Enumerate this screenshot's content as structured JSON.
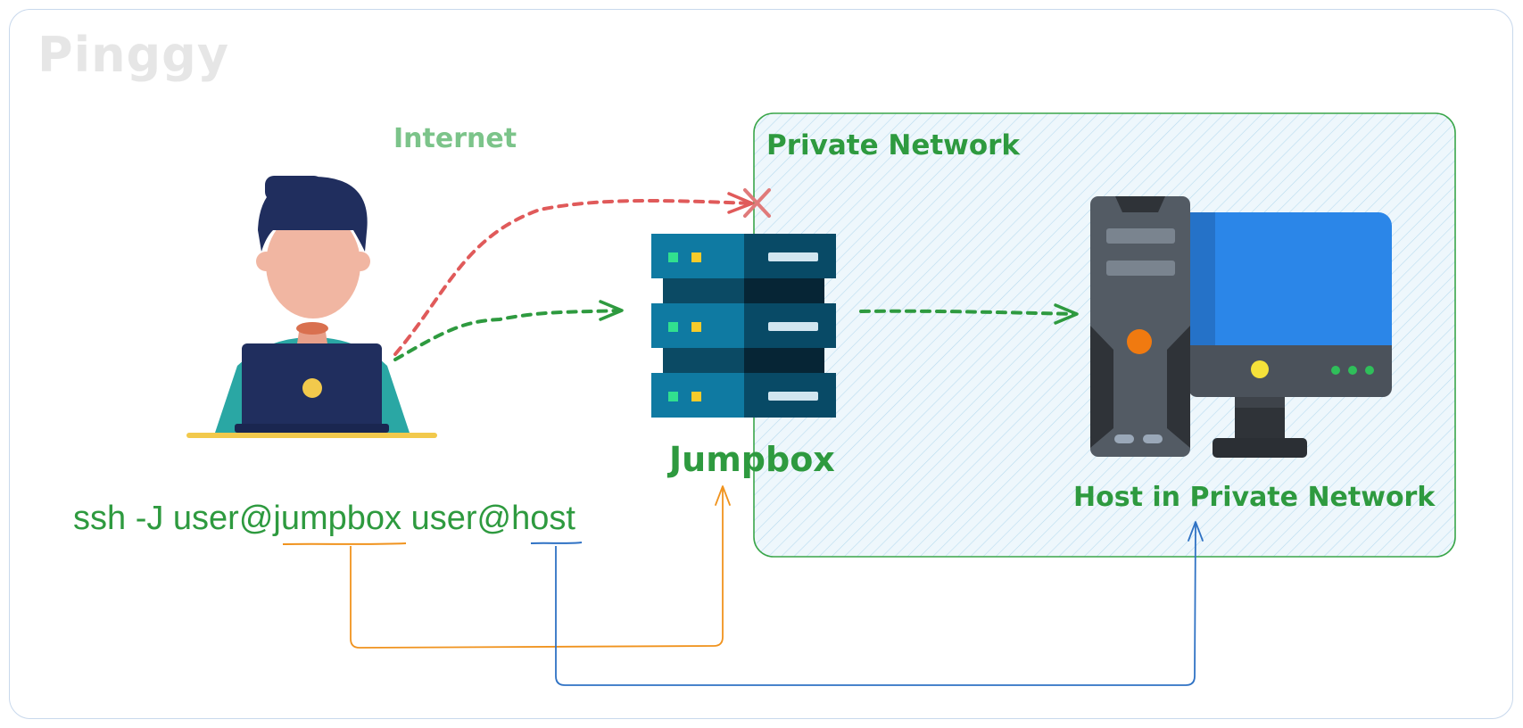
{
  "brand": {
    "name": "Pinggy"
  },
  "zones": {
    "internet_label": "Internet",
    "private_network_label": "Private Network"
  },
  "nodes": {
    "user": {
      "icon": "person-with-laptop-icon"
    },
    "jumpbox": {
      "label": "Jumpbox",
      "icon": "server-rack-icon"
    },
    "host": {
      "label": "Host in Private Network",
      "icon": "desktop-computer-icon"
    }
  },
  "command": {
    "text": "ssh -J user@jumpbox user@host"
  },
  "colors": {
    "green": "#2e9a3f",
    "light_green": "#7cc48a",
    "blocked_red": "#e05a5a",
    "jumpbox_arrow": "#f0931e",
    "host_arrow": "#2f72c4"
  }
}
